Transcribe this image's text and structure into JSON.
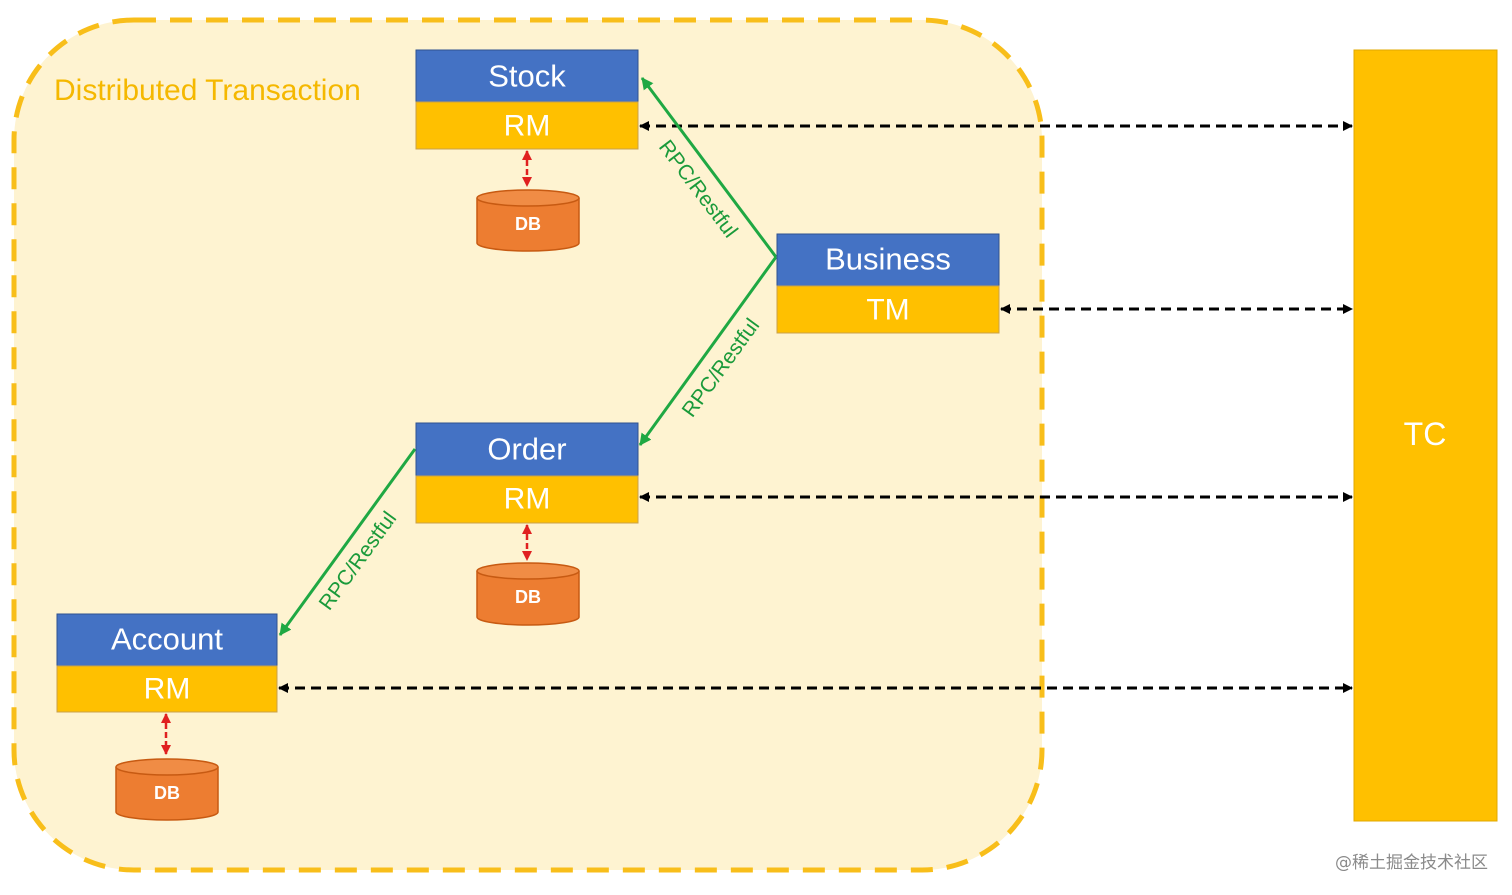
{
  "title": "Distributed Transaction",
  "services": {
    "stock": {
      "name": "Stock",
      "role": "RM"
    },
    "business": {
      "name": "Business",
      "role": "TM"
    },
    "order": {
      "name": "Order",
      "role": "RM"
    },
    "account": {
      "name": "Account",
      "role": "RM"
    }
  },
  "db_label": "DB",
  "tc_label": "TC",
  "rpc_label": "RPC/Restful",
  "watermark": "@稀土掘金技术社区",
  "colors": {
    "region_fill": "#FEF3D1",
    "region_border": "#F8BE1A",
    "service_header": "#4472C4",
    "role_bar": "#FFC000",
    "db": "#ED7D31",
    "rpc_line": "#1FA843",
    "db_arrow": "#E02020",
    "tc_arrow": "#000000"
  }
}
